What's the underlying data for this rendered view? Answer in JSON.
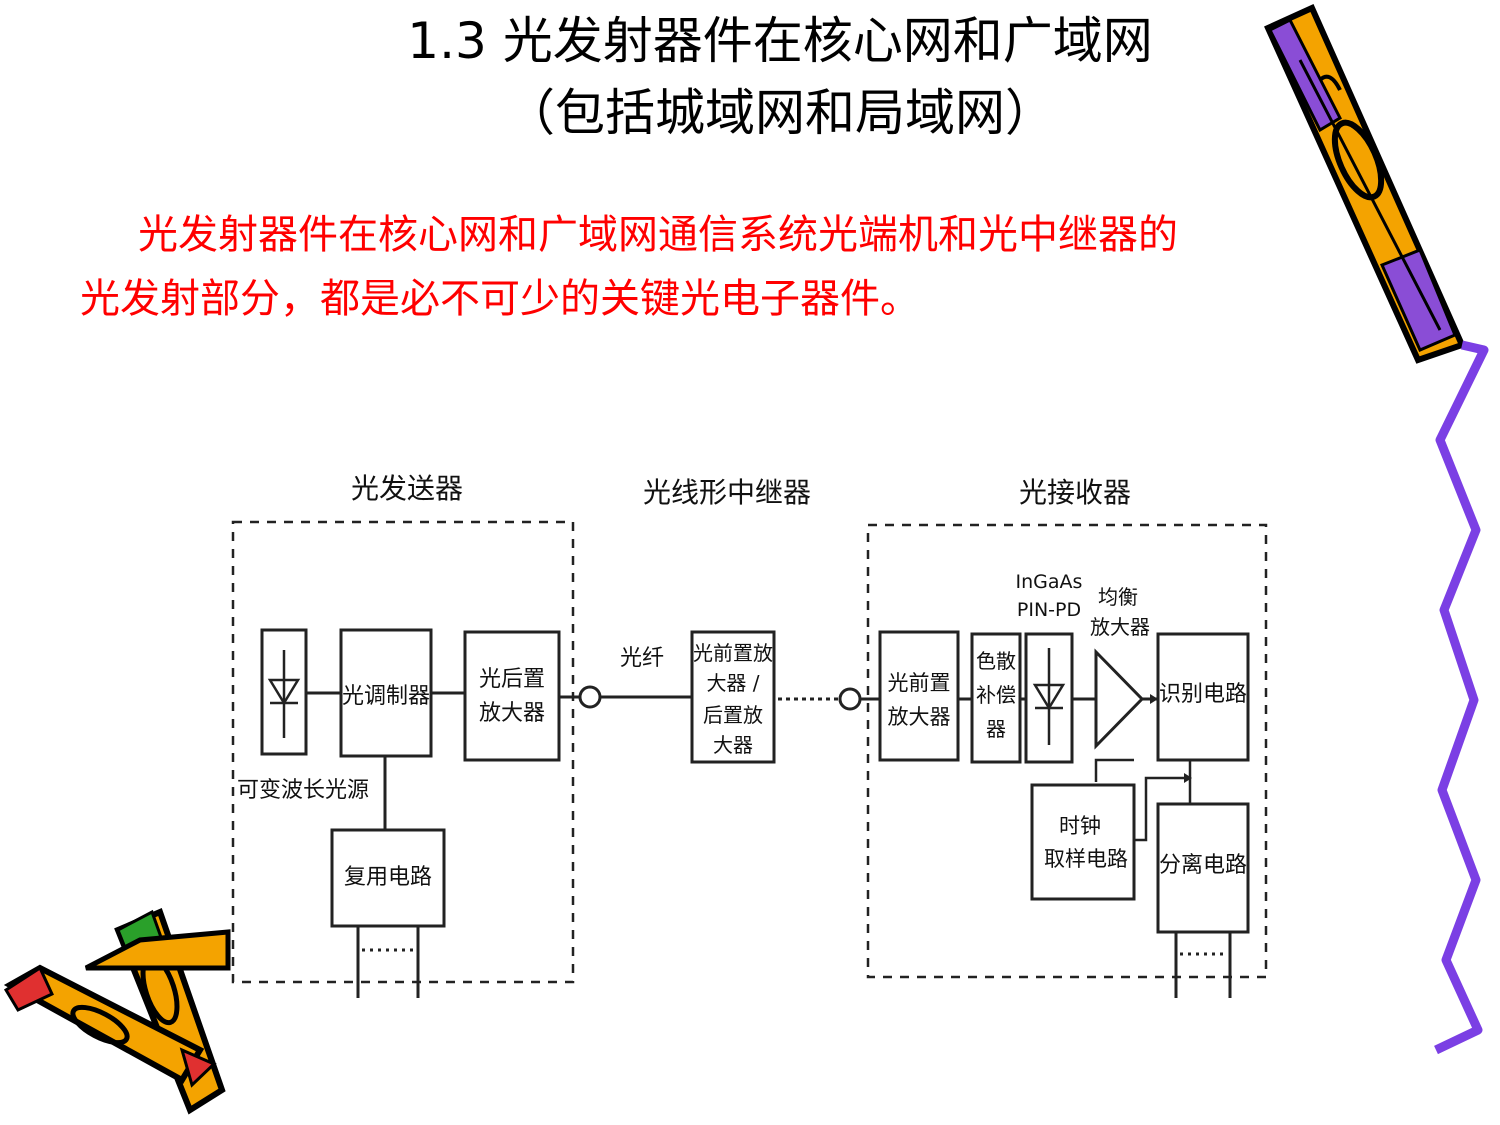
{
  "slide": {
    "title_line1": "1.3  光发射器件在核心网和广域网",
    "title_line2": "（包括城域网和局域网）",
    "paragraph_line1": "光发射器件在核心网和广域网通信系统光端机和光中继器的",
    "paragraph_line2": "光发射部分，都是必不可少的关键光电子器件。"
  },
  "diagram": {
    "sections": {
      "transmitter": "光发送器",
      "repeater": "光线形中继器",
      "receiver": "光接收器"
    },
    "blocks": {
      "modulator": "光调制器",
      "post_amp_line1": "光后置",
      "post_amp_line2": "放大器",
      "tunable_source": "可变波长光源",
      "multiplex": "复用电路",
      "fiber": "光纤",
      "repeater_line1": "光前置放",
      "repeater_line2": "大器 /",
      "repeater_line3": "后置放",
      "repeater_line4": "大器",
      "pre_amp_line1": "光前置",
      "pre_amp_line2": "放大器",
      "disp_line1": "色散",
      "disp_line2": "补偿",
      "disp_line3": "器",
      "ingaas_line1": "InGaAs",
      "ingaas_line2": "PIN-PD",
      "eq_line1": "均衡",
      "eq_line2": "放大器",
      "decision": "识别电路",
      "clock_line1": "时钟",
      "clock_line2": "取样电路",
      "demux": "分离电路"
    }
  },
  "colors": {
    "title": "#000000",
    "paragraph": "#ff0000",
    "squiggle": "#7b3fe4",
    "pencil_body": "#f4a300",
    "pencil_stripe": "#8a4dd6"
  }
}
